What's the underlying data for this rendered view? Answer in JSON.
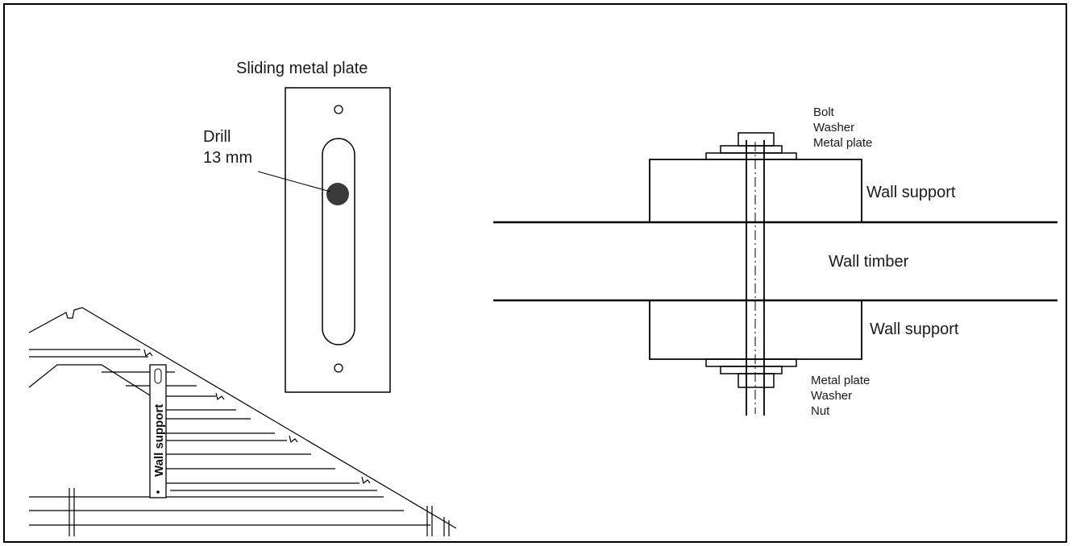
{
  "plate": {
    "title": "Sliding metal plate",
    "drill_line1": "Drill",
    "drill_line2": "13 mm"
  },
  "roof": {
    "support_label": "Wall support"
  },
  "section": {
    "top_labels": [
      "Bolt",
      "Washer",
      "Metal plate"
    ],
    "upper_support": "Wall support",
    "timber": "Wall timber",
    "lower_support": "Wall support",
    "bottom_labels": [
      "Metal plate",
      "Washer",
      "Nut"
    ]
  },
  "colors": {
    "line": "#000000",
    "drill_hole": "#3a3a3a",
    "background": "#ffffff"
  }
}
